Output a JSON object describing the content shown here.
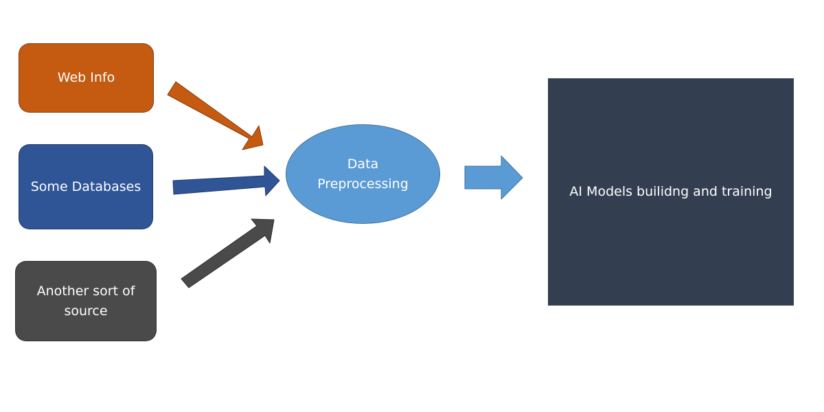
{
  "nodes": {
    "web": {
      "label": "Web Info",
      "color": "#c55a11"
    },
    "databases": {
      "label": "Some Databases",
      "color": "#2f5597"
    },
    "other": {
      "label": "Another sort of source",
      "color": "#4a4a4a"
    },
    "preprocessing": {
      "label": "Data\nPreprocessing",
      "color": "#5b9bd5"
    },
    "ai": {
      "label": "AI Models builidng and training",
      "color": "#333f50"
    }
  },
  "edges": [
    {
      "from": "web",
      "to": "preprocessing",
      "color": "#c55a11"
    },
    {
      "from": "databases",
      "to": "preprocessing",
      "color": "#2f5597"
    },
    {
      "from": "other",
      "to": "preprocessing",
      "color": "#4a4a4a"
    },
    {
      "from": "preprocessing",
      "to": "ai",
      "color": "#5b9bd5"
    }
  ]
}
